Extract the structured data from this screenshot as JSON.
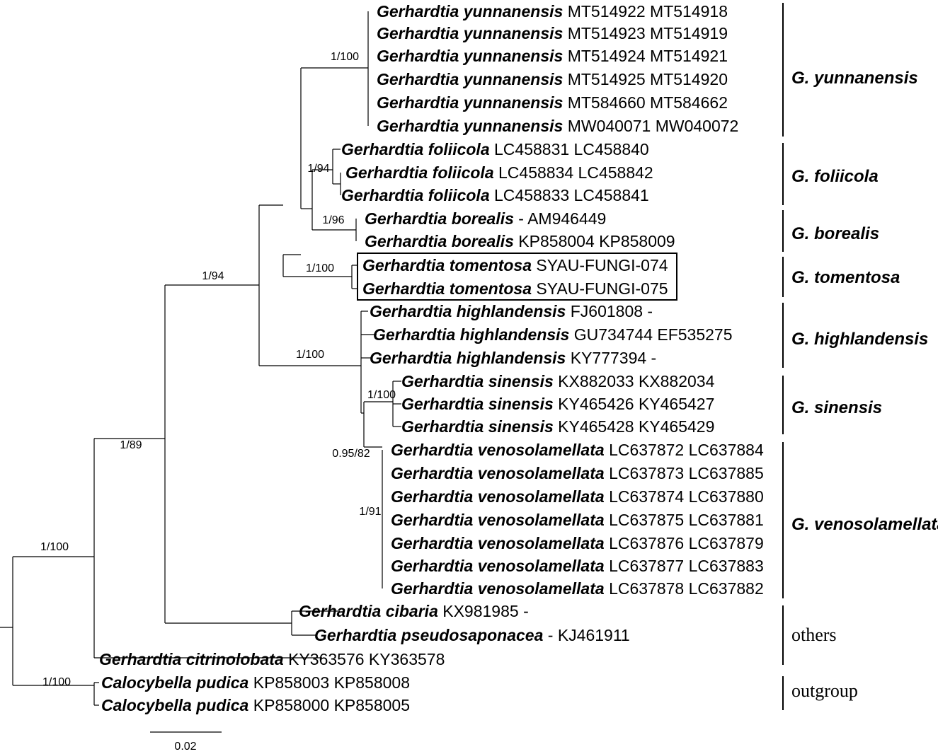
{
  "taxa": [
    {
      "genus": "Gerhardtia yunnanensis",
      "acc": "MT514922 MT514918"
    },
    {
      "genus": "Gerhardtia yunnanensis",
      "acc": "MT514923 MT514919"
    },
    {
      "genus": "Gerhardtia yunnanensis",
      "acc": "MT514924 MT514921"
    },
    {
      "genus": "Gerhardtia yunnanensis",
      "acc": "MT514925 MT514920"
    },
    {
      "genus": "Gerhardtia yunnanensis",
      "acc": "MT584660 MT584662"
    },
    {
      "genus": "Gerhardtia yunnanensis",
      "acc": "MW040071 MW040072"
    },
    {
      "genus": "Gerhardtia foliicola",
      "acc": "LC458831 LC458840"
    },
    {
      "genus": "Gerhardtia foliicola",
      "acc": "LC458834 LC458842"
    },
    {
      "genus": "Gerhardtia foliicola",
      "acc": "LC458833 LC458841"
    },
    {
      "genus": "Gerhardtia borealis",
      "acc": "- AM946449"
    },
    {
      "genus": "Gerhardtia borealis",
      "acc": "KP858004 KP858009"
    },
    {
      "genus": "Gerhardtia tomentosa",
      "acc": "SYAU-FUNGI-074"
    },
    {
      "genus": "Gerhardtia tomentosa",
      "acc": "SYAU-FUNGI-075"
    },
    {
      "genus": "Gerhardtia highlandensis",
      "acc": "FJ601808 -"
    },
    {
      "genus": "Gerhardtia highlandensis",
      "acc": "GU734744 EF535275"
    },
    {
      "genus": "Gerhardtia highlandensis",
      "acc": "KY777394 -"
    },
    {
      "genus": "Gerhardtia sinensis",
      "acc": "KX882033 KX882034"
    },
    {
      "genus": "Gerhardtia sinensis",
      "acc": "KY465426 KY465427"
    },
    {
      "genus": "Gerhardtia sinensis",
      "acc": "KY465428 KY465429"
    },
    {
      "genus": "Gerhardtia venosolamellata",
      "acc": "LC637872 LC637884"
    },
    {
      "genus": "Gerhardtia venosolamellata",
      "acc": "LC637873 LC637885"
    },
    {
      "genus": "Gerhardtia venosolamellata",
      "acc": "LC637874 LC637880"
    },
    {
      "genus": "Gerhardtia venosolamellata",
      "acc": "LC637875 LC637881"
    },
    {
      "genus": "Gerhardtia venosolamellata",
      "acc": "LC637876 LC637879"
    },
    {
      "genus": "Gerhardtia venosolamellata",
      "acc": "LC637877 LC637883"
    },
    {
      "genus": "Gerhardtia venosolamellata",
      "acc": "LC637878 LC637882"
    },
    {
      "genus": "Gerhardtia cibaria",
      "acc": "KX981985 -"
    },
    {
      "genus": "Gerhardtia pseudosaponacea",
      "acc": "- KJ461911"
    },
    {
      "genus": "Gerhardtia citrinolobata",
      "acc": "KY363576 KY363578"
    },
    {
      "genus": "Calocybella pudica",
      "acc": "KP858003 KP858008"
    },
    {
      "genus": "Calocybella pudica",
      "acc": "KP858000 KP858005"
    }
  ],
  "support_values": [
    "1/100",
    "1/94",
    "1/96",
    "1/100",
    "1/94",
    "1/100",
    "1/100",
    "0.95/82",
    "1/91",
    "1/89",
    "1/100",
    "1/100"
  ],
  "clades": [
    {
      "label": "G. yunnanensis",
      "italic": true
    },
    {
      "label": "G. foliicola",
      "italic": true
    },
    {
      "label": "G. borealis",
      "italic": true
    },
    {
      "label": "G. tomentosa",
      "italic": true
    },
    {
      "label": "G. highlandensis",
      "italic": true
    },
    {
      "label": "G. sinensis",
      "italic": true
    },
    {
      "label": "G. venosolamellata",
      "italic": true
    },
    {
      "label": "others",
      "italic": false
    },
    {
      "label": "outgroup",
      "italic": false
    }
  ],
  "scale_bar": {
    "label": "0.02"
  }
}
